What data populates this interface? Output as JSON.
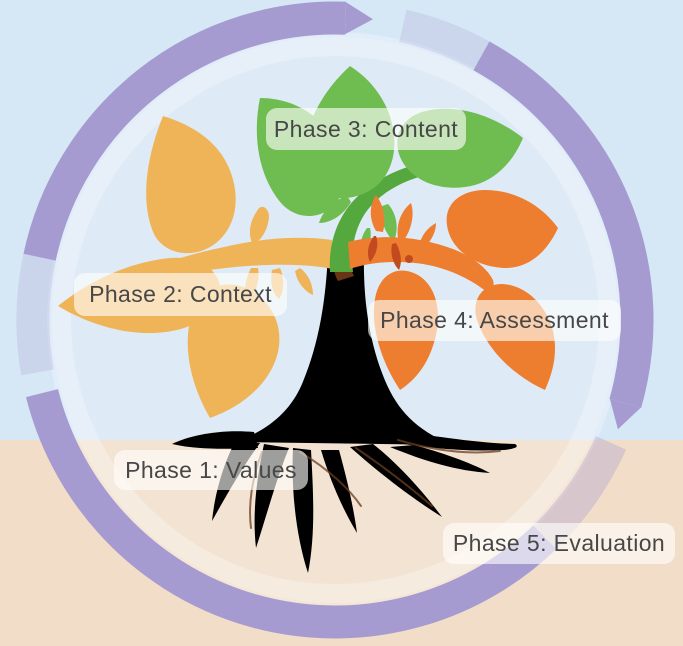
{
  "phases": [
    {
      "label": "Phase 1: Values"
    },
    {
      "label": "Phase 2: Context"
    },
    {
      "label": "Phase 3: Content"
    },
    {
      "label": "Phase 4: Assessment"
    },
    {
      "label": "Phase 5: Evaluation"
    }
  ],
  "colors": {
    "sky": "#d6e7f5",
    "ground": "#f1ddc8",
    "ring": "#a69bd1",
    "leaf_green": "#6fbc51",
    "stem_green": "#55a83e",
    "leaf_yellow": "#f0b458",
    "leaf_orange": "#ee7e2f",
    "trunk_brown": "#aa7040",
    "root_line": "#6e3d20",
    "bud_red": "#c24a1e",
    "label_text": "#474747"
  }
}
